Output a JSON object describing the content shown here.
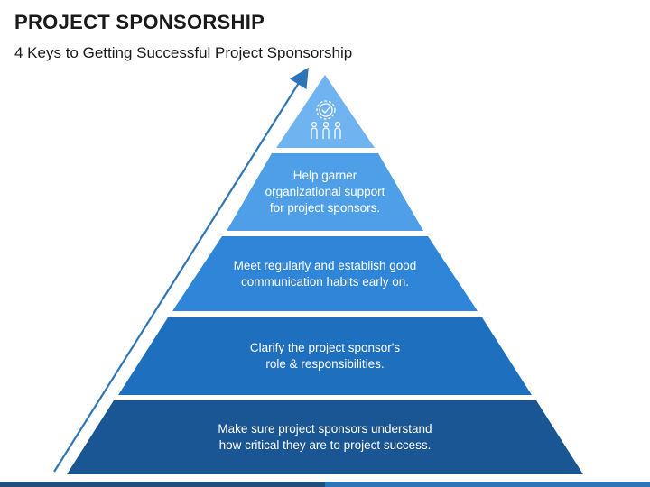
{
  "header": {
    "title": "PROJECT SPONSORSHIP",
    "subtitle": "4 Keys to Getting Successful Project Sponsorship"
  },
  "pyramid": {
    "top_icon": "gear-people-icon",
    "levels": [
      {
        "text": "Help garner\norganizational support\nfor project sponsors.",
        "color": "#4f9fe8"
      },
      {
        "text": "Meet regularly and establish good\ncommunication habits early on.",
        "color": "#2f86d9"
      },
      {
        "text": "Clarify the project sponsor's\nrole & responsibilities.",
        "color": "#1f6fbf"
      },
      {
        "text": "Make sure project sponsors understand\nhow critical they are to project success.",
        "color": "#1a5594"
      }
    ],
    "apex_color": "#6fb3f0",
    "arrow_color": "#2e75b6"
  }
}
